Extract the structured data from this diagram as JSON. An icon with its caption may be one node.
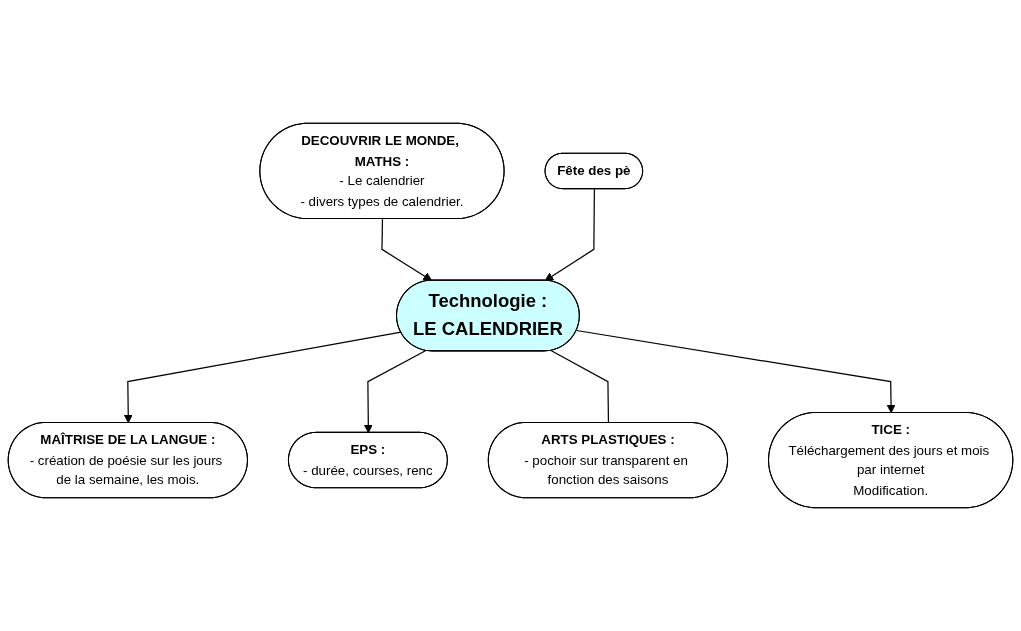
{
  "diagram": {
    "nodes": [
      {
        "text": [
          "MAÎTRISE DE LA LANGUE :",
          "- création de poésie sur les jours de la semaine, les mois."
        ]
      },
      {
        "text": [
          "EPS :",
          "- durée, courses, renc"
        ]
      },
      {
        "text": [
          "DECOUVRIR LE MONDE, MATHS :",
          "- Le calendrier",
          "- divers types de calendrier."
        ]
      },
      {
        "text": [
          "Technologie :",
          "LE CALENDRIER"
        ]
      },
      {
        "text": [
          "Fête des pè"
        ]
      },
      {
        "text": [
          "ARTS PLASTIQUES :",
          "- pochoir sur transparent en fonction des saisons"
        ]
      },
      {
        "text": [
          "TICE :",
          "Téléchargement des jours et mois par internet",
          "Modification."
        ]
      }
    ],
    "edges": [
      {
        "from": 3,
        "to": 0,
        "arrow": "to"
      },
      {
        "from": 3,
        "to": 1,
        "arrow": "to"
      },
      {
        "from": 2,
        "to": 3,
        "arrow": "to"
      },
      {
        "from": 4,
        "to": 3,
        "arrow": "to"
      },
      {
        "from": 3,
        "to": 5,
        "arrow": "none"
      },
      {
        "from": 3,
        "to": 6,
        "arrow": "to"
      }
    ]
  }
}
